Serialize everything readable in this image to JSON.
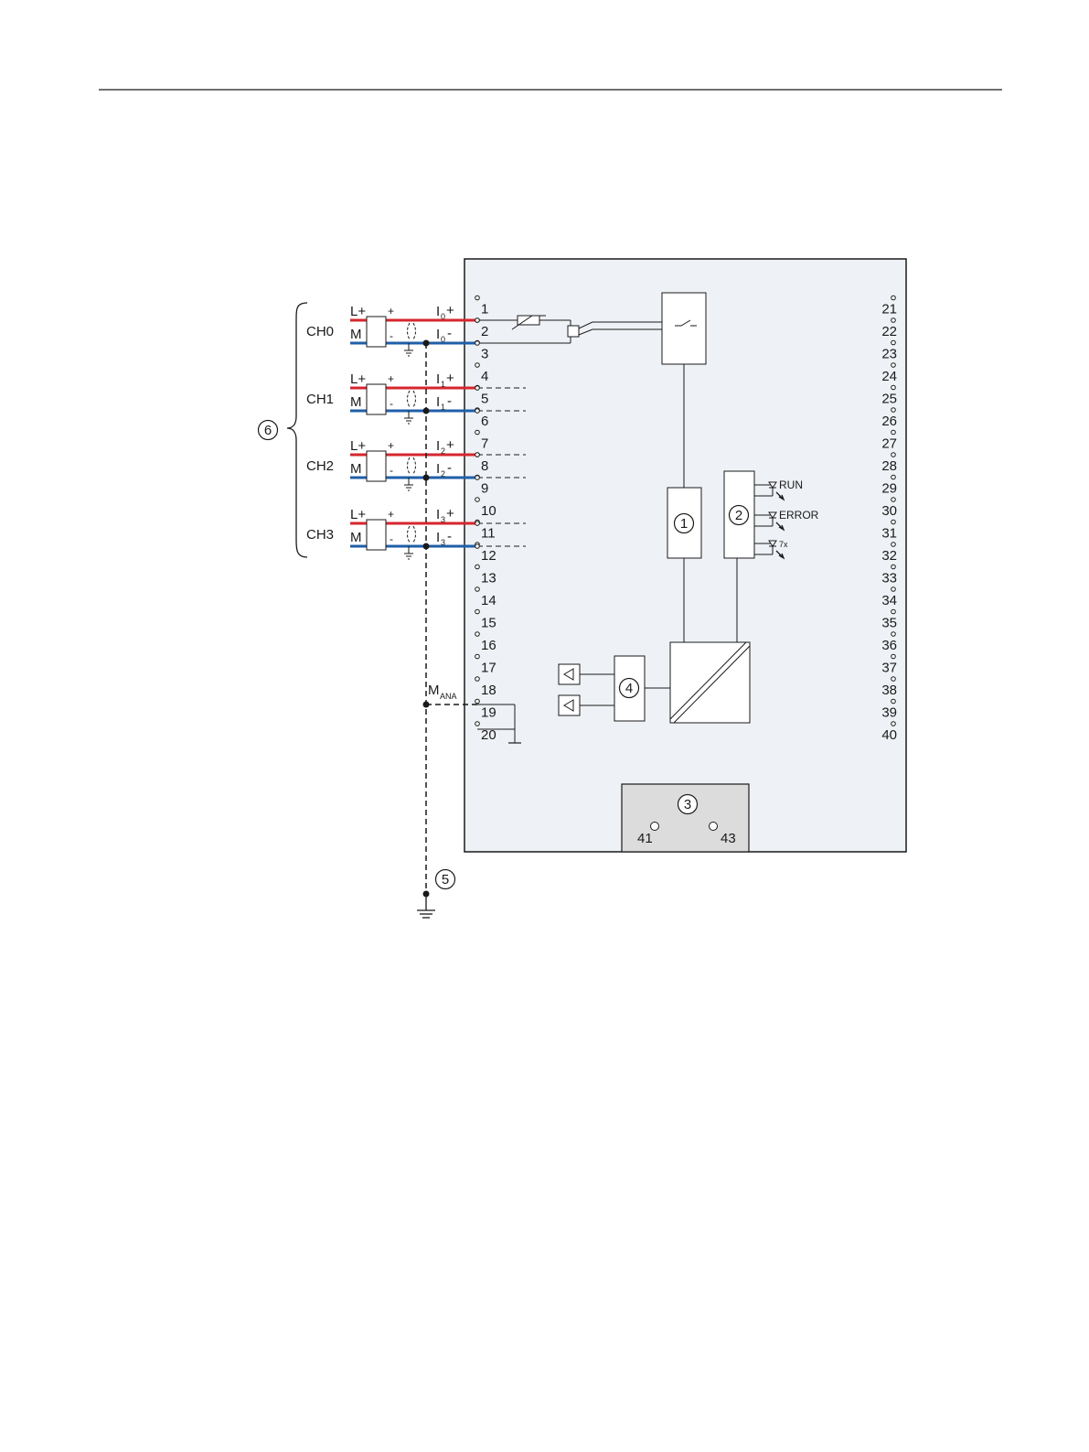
{
  "module": {
    "left_terminals": [
      "1",
      "2",
      "3",
      "4",
      "5",
      "6",
      "7",
      "8",
      "9",
      "10",
      "11",
      "12",
      "13",
      "14",
      "15",
      "16",
      "17",
      "18",
      "19",
      "20"
    ],
    "right_terminals": [
      "21",
      "22",
      "23",
      "24",
      "25",
      "26",
      "27",
      "28",
      "29",
      "30",
      "31",
      "32",
      "33",
      "34",
      "35",
      "36",
      "37",
      "38",
      "39",
      "40"
    ],
    "power_terminals": [
      "41",
      "43"
    ]
  },
  "channels": [
    {
      "name": "CH0",
      "pos_line": "L+",
      "neg_line": "M",
      "plus": "+",
      "minus": "-",
      "i_pos": "I",
      "i_pos_sub": "0",
      "i_pos_sign": "+",
      "i_neg": "I",
      "i_neg_sub": "0",
      "i_neg_sign": "-"
    },
    {
      "name": "CH1",
      "pos_line": "L+",
      "neg_line": "M",
      "plus": "+",
      "minus": "-",
      "i_pos": "I",
      "i_pos_sub": "1",
      "i_pos_sign": "+",
      "i_neg": "I",
      "i_neg_sub": "1",
      "i_neg_sign": "-"
    },
    {
      "name": "CH2",
      "pos_line": "L+",
      "neg_line": "M",
      "plus": "+",
      "minus": "-",
      "i_pos": "I",
      "i_pos_sub": "2",
      "i_pos_sign": "+",
      "i_neg": "I",
      "i_neg_sub": "2",
      "i_neg_sign": "-"
    },
    {
      "name": "CH3",
      "pos_line": "L+",
      "neg_line": "M",
      "plus": "+",
      "minus": "-",
      "i_pos": "I",
      "i_pos_sub": "3",
      "i_pos_sign": "+",
      "i_neg": "I",
      "i_neg_sub": "3",
      "i_neg_sign": "-"
    }
  ],
  "mana": {
    "main": "M",
    "sub": "ANA"
  },
  "leds": [
    "RUN",
    "ERROR",
    "7x"
  ],
  "callouts": [
    "1",
    "2",
    "3",
    "4",
    "5",
    "6"
  ],
  "colors": {
    "positive": "#d6262e",
    "negative": "#1f5fa8",
    "module_fill": "#eef1f5",
    "frame": "#1a1a1a",
    "power_fill": "#dcdcdc"
  }
}
